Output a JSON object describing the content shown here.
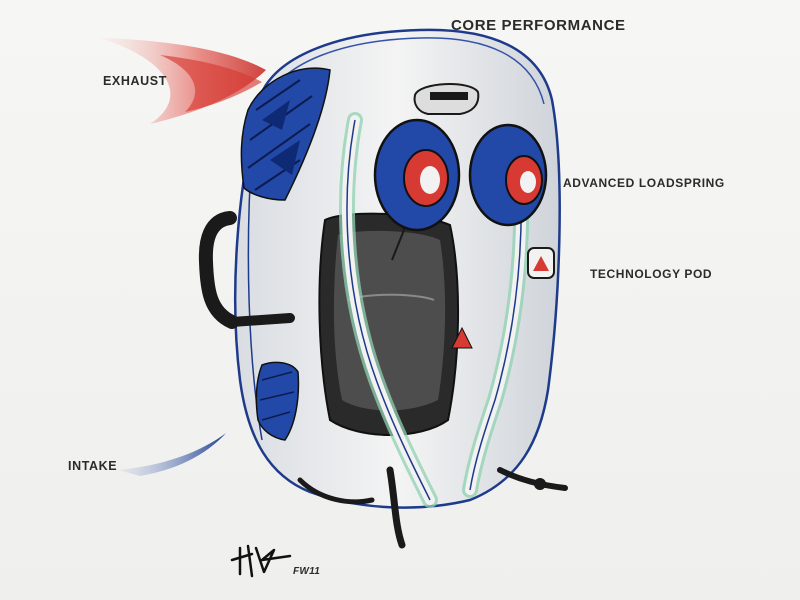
{
  "title": "CORE PERFORMANCE",
  "callouts": {
    "exhaust": "EXHAUST",
    "advanced_loadspring": "ADVANCED LOADSPRING",
    "technology_pod": "TECHNOLOGY POD",
    "intake": "INTAKE"
  },
  "signature_code": "FW11",
  "colors": {
    "exhaust_red": "#d63a33",
    "intake_blue": "#1f3f8f",
    "pack_blue": "#2248a8",
    "pack_black": "#1c1c1c",
    "accent_green": "#8fd1b0",
    "label_text": "#2b2b2b"
  }
}
